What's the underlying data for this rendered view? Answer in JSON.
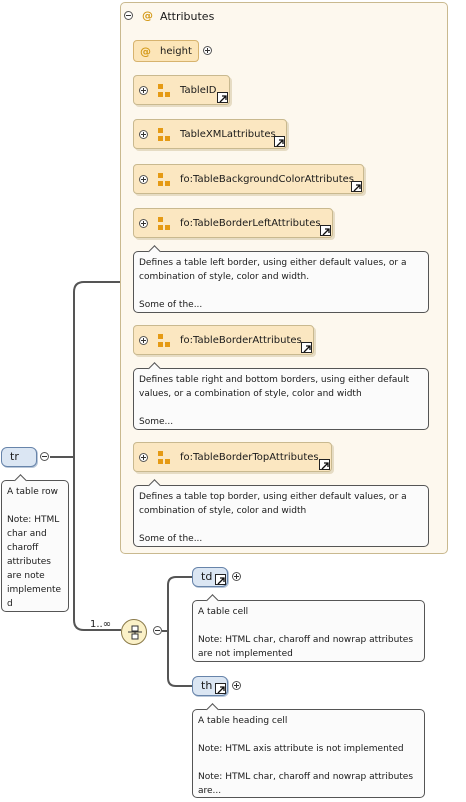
{
  "attributes": {
    "title": "Attributes",
    "at_symbol": "@",
    "height_attr": "height",
    "groups": [
      {
        "label": "TableID"
      },
      {
        "label": "TableXMLattributes"
      },
      {
        "label": "fo:TableBackgroundColorAttributes"
      },
      {
        "label": "fo:TableBorderLeftAttributes",
        "note": "Defines a table left border, using either default values, or a\ncombination of style, color and width.\n\nSome of the..."
      },
      {
        "label": "fo:TableBorderAttributes",
        "note": "Defines table right and bottom borders, using either default\nvalues, or a combination of style, color and width\n\nSome..."
      },
      {
        "label": "fo:TableBorderTopAttributes",
        "note": "Defines a table top border, using either default values, or a\ncombination of style, color and width\n\nSome of the..."
      }
    ]
  },
  "root": {
    "name": "tr",
    "note": "A table row\n\nNote: HTML\nchar and\ncharoff\nattributes\nare note\nimplemente\nd"
  },
  "sequence": {
    "cardinality": "1..∞"
  },
  "children": [
    {
      "name": "td",
      "note": "A table cell\n\nNote: HTML char, charoff and nowrap attributes\nare not implemented"
    },
    {
      "name": "th",
      "note": "A table heading cell\n\nNote: HTML axis attribute is not implemented\n\nNote: HTML char, charoff and nowrap attributes\nare..."
    }
  ],
  "colors": {
    "panel_bg": "#fdf8ee",
    "group_bg": "#fbe7c1",
    "element_bg": "#dbe6f3",
    "group_icon": "#e59a14"
  }
}
